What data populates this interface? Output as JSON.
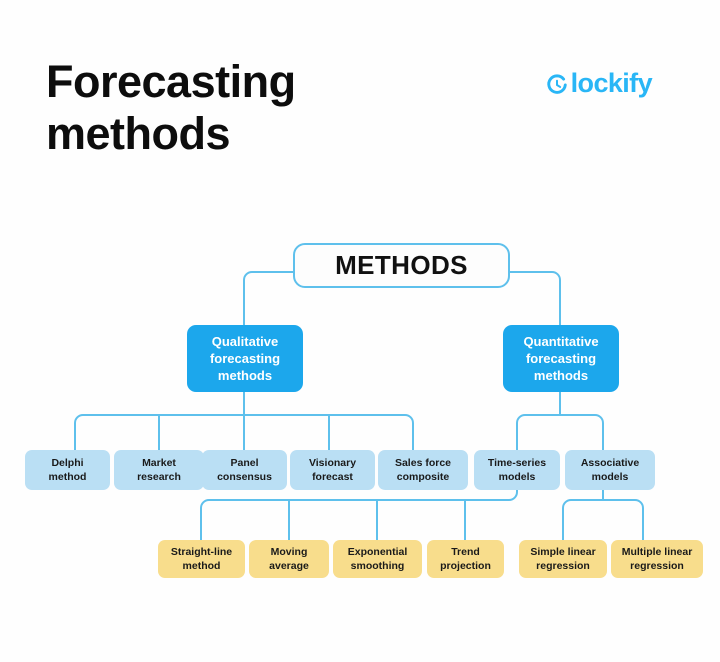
{
  "header": {
    "title": "Forecasting\nmethods",
    "brand": {
      "name": "lockify",
      "icon": "clockify-c-icon",
      "color": "#29b6f6"
    }
  },
  "palette": {
    "background": "#fefefe",
    "connector": "#5ec0ec",
    "root_border": "#5ec0ec",
    "root_fill": "#fdfdfd",
    "level1_fill": "#1ca7ec",
    "level1_text": "#ffffff",
    "level2_fill": "#badff4",
    "level3_fill": "#f8dd8c",
    "node_text": "#1a1a1a",
    "title_text": "#0d0d0d"
  },
  "diagram": {
    "type": "tree",
    "root": {
      "id": "methods",
      "label": "METHODS"
    },
    "level1": [
      {
        "id": "qualitative",
        "label": "Qualitative\nforecasting\nmethods"
      },
      {
        "id": "quantitative",
        "label": "Quantitative\nforecasting\nmethods"
      }
    ],
    "level2": [
      {
        "id": "delphi",
        "label": "Delphi\nmethod",
        "parent": "qualitative"
      },
      {
        "id": "market-research",
        "label": "Market\nresearch",
        "parent": "qualitative"
      },
      {
        "id": "panel-consensus",
        "label": "Panel\nconsensus",
        "parent": "qualitative"
      },
      {
        "id": "visionary-forecast",
        "label": "Visionary\nforecast",
        "parent": "qualitative"
      },
      {
        "id": "sales-force-composite",
        "label": "Sales force\ncomposite",
        "parent": "qualitative"
      },
      {
        "id": "time-series-models",
        "label": "Time-series\nmodels",
        "parent": "quantitative"
      },
      {
        "id": "associative-models",
        "label": "Associative\nmodels",
        "parent": "quantitative"
      }
    ],
    "level3": [
      {
        "id": "straight-line-method",
        "label": "Straight-line\nmethod",
        "parent": "time-series-models"
      },
      {
        "id": "moving-average",
        "label": "Moving\naverage",
        "parent": "time-series-models"
      },
      {
        "id": "exponential-smoothing",
        "label": "Exponential\nsmoothing",
        "parent": "time-series-models"
      },
      {
        "id": "trend-projection",
        "label": "Trend\nprojection",
        "parent": "time-series-models"
      },
      {
        "id": "simple-linear-regression",
        "label": "Simple linear\nregression",
        "parent": "associative-models"
      },
      {
        "id": "multiple-linear-regression",
        "label": "Multiple linear\nregression",
        "parent": "associative-models"
      }
    ]
  }
}
